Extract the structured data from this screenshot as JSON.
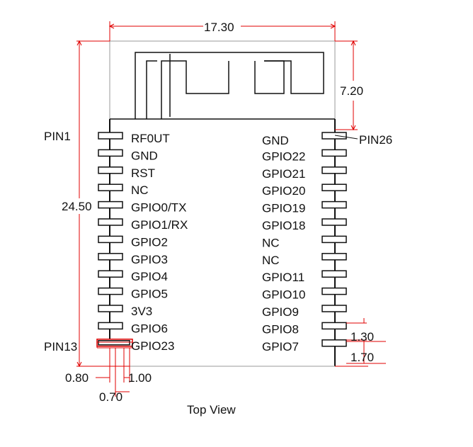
{
  "dimensions": {
    "width": "17.30",
    "antenna_height": "7.20",
    "height": "24.50",
    "pin_pitch": "1.30",
    "bottom_gap": "1.70",
    "pad_length": "0.80",
    "pad_width": "0.70",
    "edge_offset": "1.00"
  },
  "pin_markers": {
    "first": "PIN1",
    "last": "PIN26",
    "corner": "PIN13"
  },
  "left_pins": [
    "RF0UT",
    "GND",
    "RST",
    "NC",
    "GPIO0/TX",
    "GPIO1/RX",
    "GPIO2",
    "GPIO3",
    "GPIO4",
    "GPIO5",
    "3V3",
    "GPIO6",
    "GPIO23"
  ],
  "right_pins": [
    "GND",
    "GPIO22",
    "GPIO21",
    "GPIO20",
    "GPIO19",
    "GPIO18",
    "NC",
    "NC",
    "GPIO11",
    "GPIO10",
    "GPIO9",
    "GPIO8",
    "GPIO7"
  ],
  "caption": "Top View",
  "colors": {
    "outline": "#111111",
    "dimension": "#e00000",
    "faint": "#9a9a9a"
  }
}
